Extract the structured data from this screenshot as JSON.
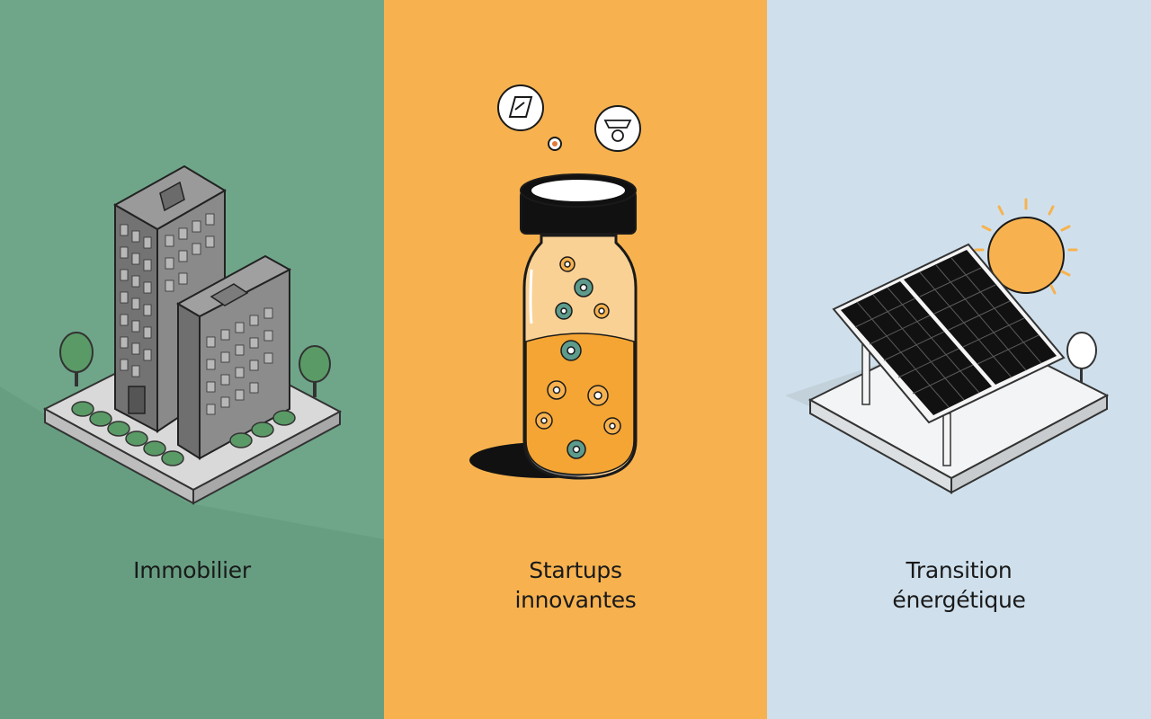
{
  "colors": {
    "panel_green": "#6fa68a",
    "panel_orange": "#f7b24f",
    "panel_blue": "#cfe0ec",
    "ink": "#1a1a1a",
    "building_grey": "#6b6b6b",
    "plant_green": "#5a9a66",
    "sun_orange": "#f7b24f",
    "solar_black": "#111111"
  },
  "panels": [
    {
      "id": "immobilier",
      "illustration": "office-building-icon",
      "label_lines": [
        "Immobilier"
      ]
    },
    {
      "id": "startups",
      "illustration": "test-tube-jar-icon",
      "label_lines": [
        "Startups",
        "innovantes"
      ]
    },
    {
      "id": "energie",
      "illustration": "solar-panel-icon",
      "label_lines": [
        "Transition",
        "énergétique"
      ]
    }
  ]
}
